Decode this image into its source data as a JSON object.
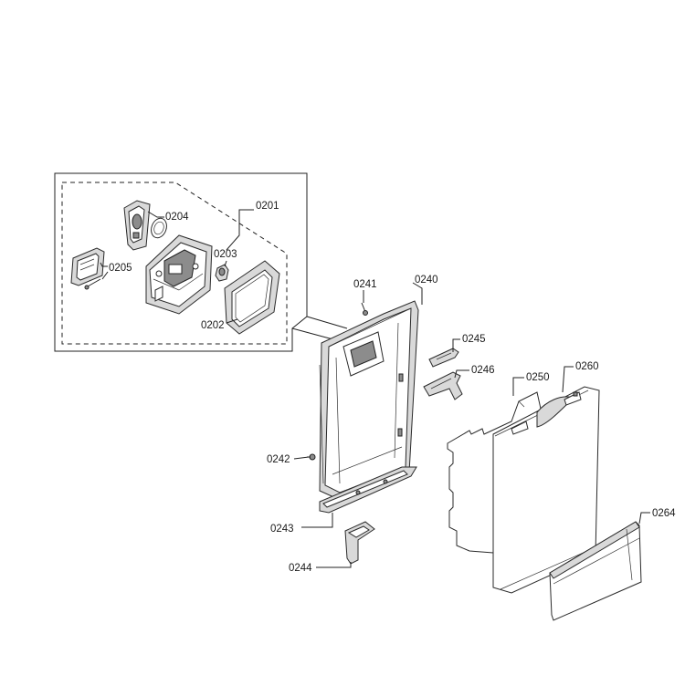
{
  "labels": {
    "p0201": "0201",
    "p0202": "0202",
    "p0203": "0203",
    "p0204": "0204",
    "p0205": "0205",
    "p0240": "0240",
    "p0241": "0241",
    "p0242": "0242",
    "p0243": "0243",
    "p0244": "0244",
    "p0245": "0245",
    "p0246": "0246",
    "p0250": "0250",
    "p0260": "0260",
    "p0264": "0264"
  }
}
